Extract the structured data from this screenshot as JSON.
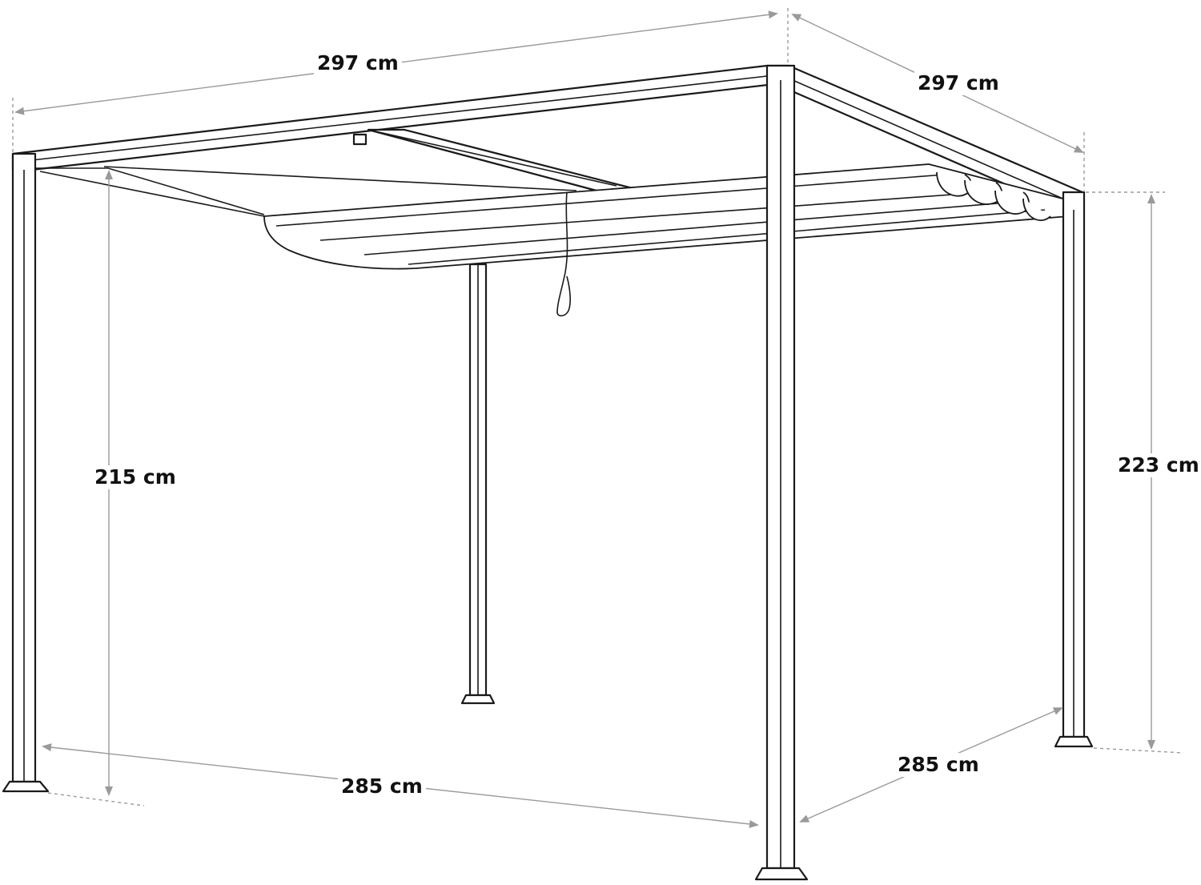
{
  "dimensions": {
    "top_width": "297 cm",
    "top_depth": "297 cm",
    "inner_height": "215 cm",
    "outer_height": "223 cm",
    "bottom_width": "285 cm",
    "bottom_depth": "285 cm"
  },
  "colors": {
    "line": "#1a1a1a",
    "dimension_line": "#9a9a9a",
    "background": "#ffffff"
  }
}
